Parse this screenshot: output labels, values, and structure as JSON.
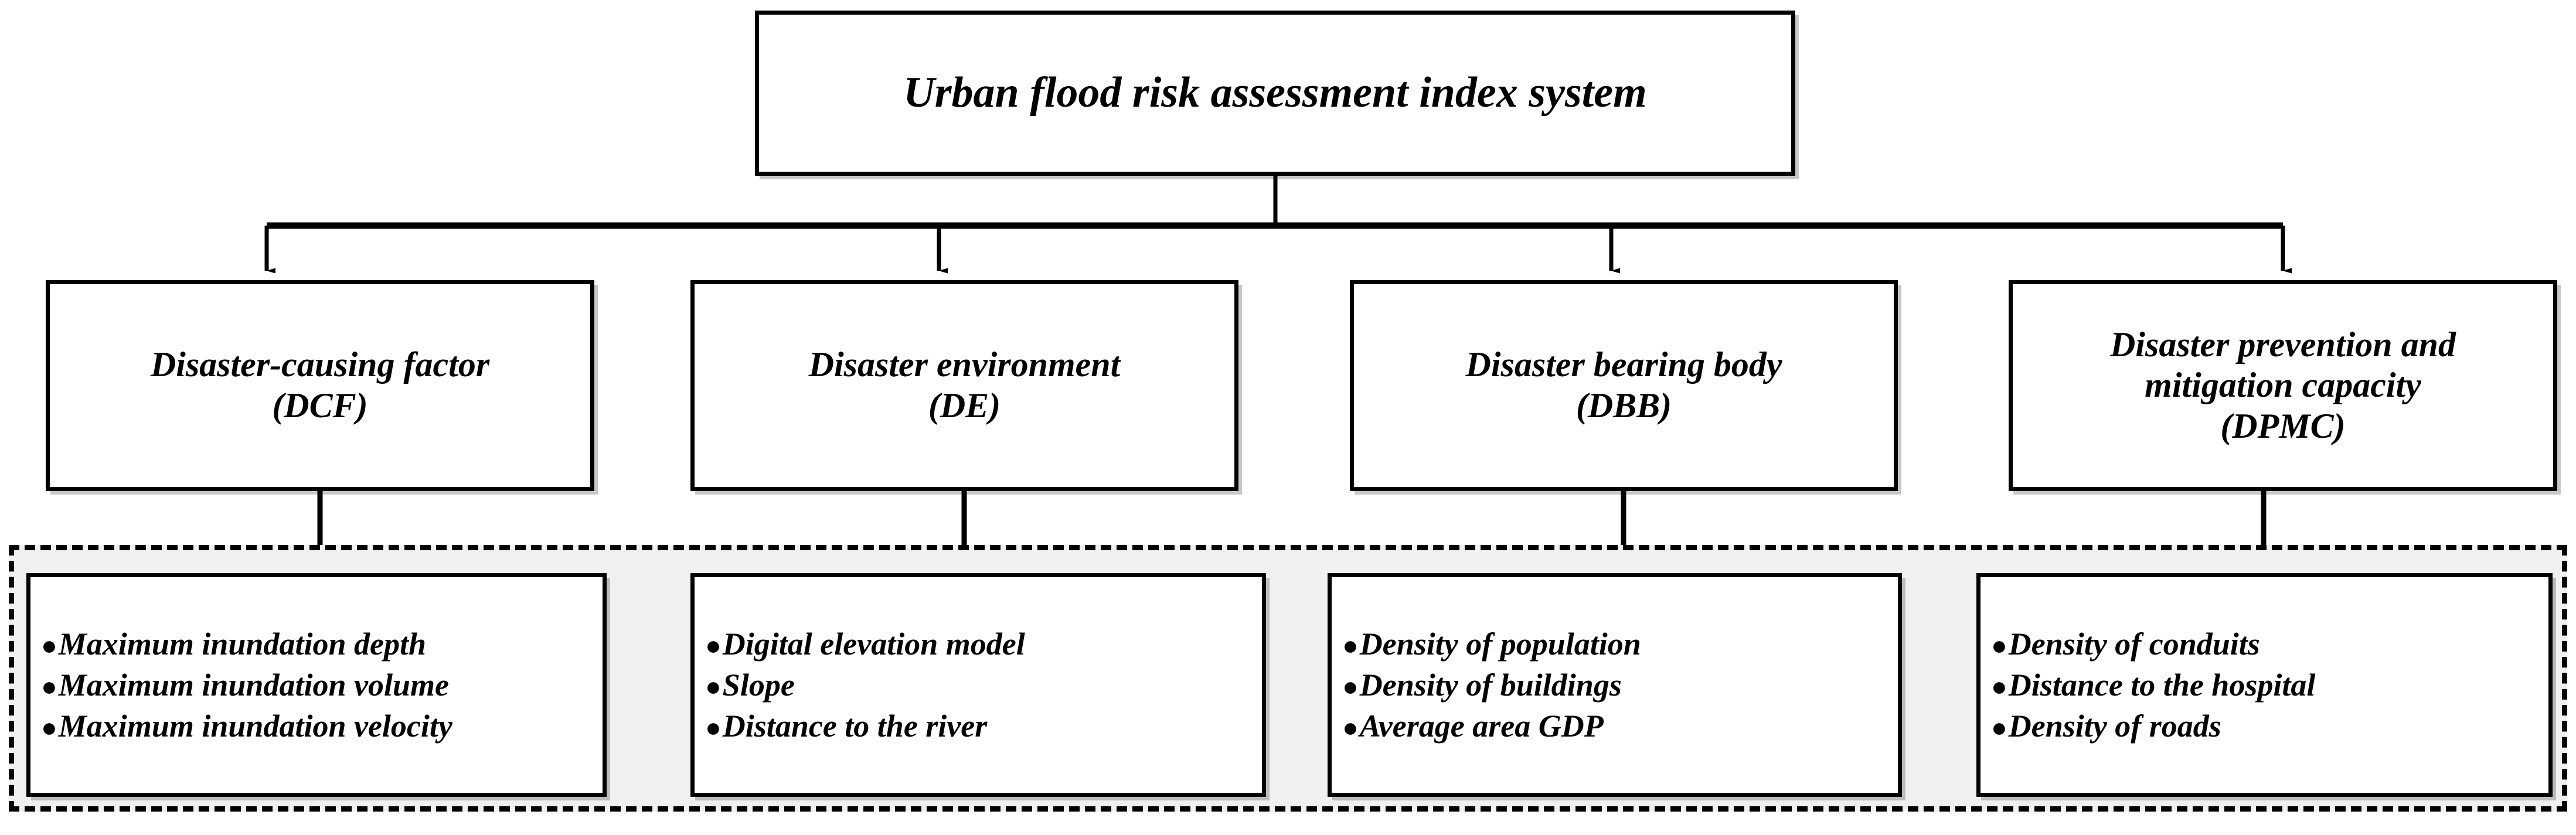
{
  "diagram": {
    "root": {
      "label": "Urban flood risk assessment index system"
    },
    "categories": [
      {
        "label": "Disaster-causing factor\n(DCF)",
        "abbr": "DCF"
      },
      {
        "label": "Disaster environment\n(DE)",
        "abbr": "DE"
      },
      {
        "label": "Disaster bearing body\n(DBB)",
        "abbr": "DBB"
      },
      {
        "label": "Disaster prevention and\nmitigation capacity\n(DPMC)",
        "abbr": "DPMC"
      }
    ],
    "indicator_groups": [
      {
        "bullet": "●",
        "items": [
          "Maximum inundation depth",
          "Maximum inundation volume",
          "Maximum inundation velocity"
        ]
      },
      {
        "bullet": "●",
        "items": [
          "Digital elevation model",
          "Slope",
          "Distance to the river"
        ]
      },
      {
        "bullet": "●",
        "items": [
          "Density of population",
          "Density of buildings",
          "Average area GDP"
        ]
      },
      {
        "bullet": "●",
        "items": [
          "Density of conduits",
          "Distance to the hospital",
          "Density of roads"
        ]
      }
    ],
    "colors": {
      "line": "#000000",
      "box_border": "#000000",
      "box_fill": "#ffffff",
      "group_fill": "#f0f0f0",
      "group_border": "#000000",
      "text": "#000000"
    }
  }
}
